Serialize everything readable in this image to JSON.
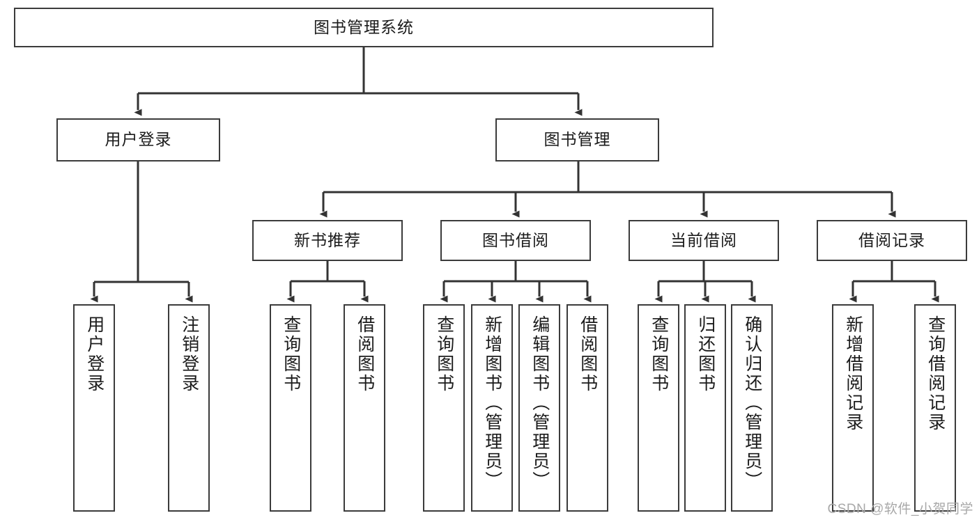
{
  "diagram": {
    "title": "图书管理系统",
    "type": "tree-hierarchy",
    "root": {
      "id": "root",
      "label": "图书管理系统"
    },
    "level2": [
      {
        "id": "user-login",
        "label": "用户登录"
      },
      {
        "id": "book-manage",
        "label": "图书管理"
      }
    ],
    "level3": [
      {
        "id": "new-book-recommend",
        "label": "新书推荐",
        "parent": "book-manage"
      },
      {
        "id": "book-borrow",
        "label": "图书借阅",
        "parent": "book-manage"
      },
      {
        "id": "current-borrow",
        "label": "当前借阅",
        "parent": "book-manage"
      },
      {
        "id": "borrow-record",
        "label": "借阅记录",
        "parent": "book-manage"
      }
    ],
    "leaves": [
      {
        "id": "leaf-user-login",
        "label": "用户登录",
        "parent": "user-login"
      },
      {
        "id": "leaf-user-logout",
        "label": "注销登录",
        "parent": "user-login"
      },
      {
        "id": "leaf-query-book-1",
        "label": "查询图书",
        "parent": "new-book-recommend"
      },
      {
        "id": "leaf-borrow-book-1",
        "label": "借阅图书",
        "parent": "new-book-recommend"
      },
      {
        "id": "leaf-query-book-2",
        "label": "查询图书",
        "parent": "book-borrow"
      },
      {
        "id": "leaf-add-book",
        "label": "新增图书（管理员）",
        "parent": "book-borrow"
      },
      {
        "id": "leaf-edit-book",
        "label": "编辑图书（管理员）",
        "parent": "book-borrow"
      },
      {
        "id": "leaf-borrow-book-2",
        "label": "借阅图书",
        "parent": "book-borrow"
      },
      {
        "id": "leaf-query-book-3",
        "label": "查询图书",
        "parent": "current-borrow"
      },
      {
        "id": "leaf-return-book",
        "label": "归还图书",
        "parent": "current-borrow"
      },
      {
        "id": "leaf-confirm-return",
        "label": "确认归还（管理员）",
        "parent": "current-borrow"
      },
      {
        "id": "leaf-add-record",
        "label": "新增借阅记录",
        "parent": "borrow-record"
      },
      {
        "id": "leaf-query-record",
        "label": "查询借阅记录",
        "parent": "borrow-record"
      }
    ]
  },
  "watermark": {
    "text": "CSDN @软件_小贺同学"
  },
  "colors": {
    "box_border": "#3b3b3b",
    "box_fill": "#ffffff",
    "edge": "#333333",
    "text": "#1b1b1b",
    "watermark": "#a8a8a8",
    "background": "#ffffff"
  }
}
